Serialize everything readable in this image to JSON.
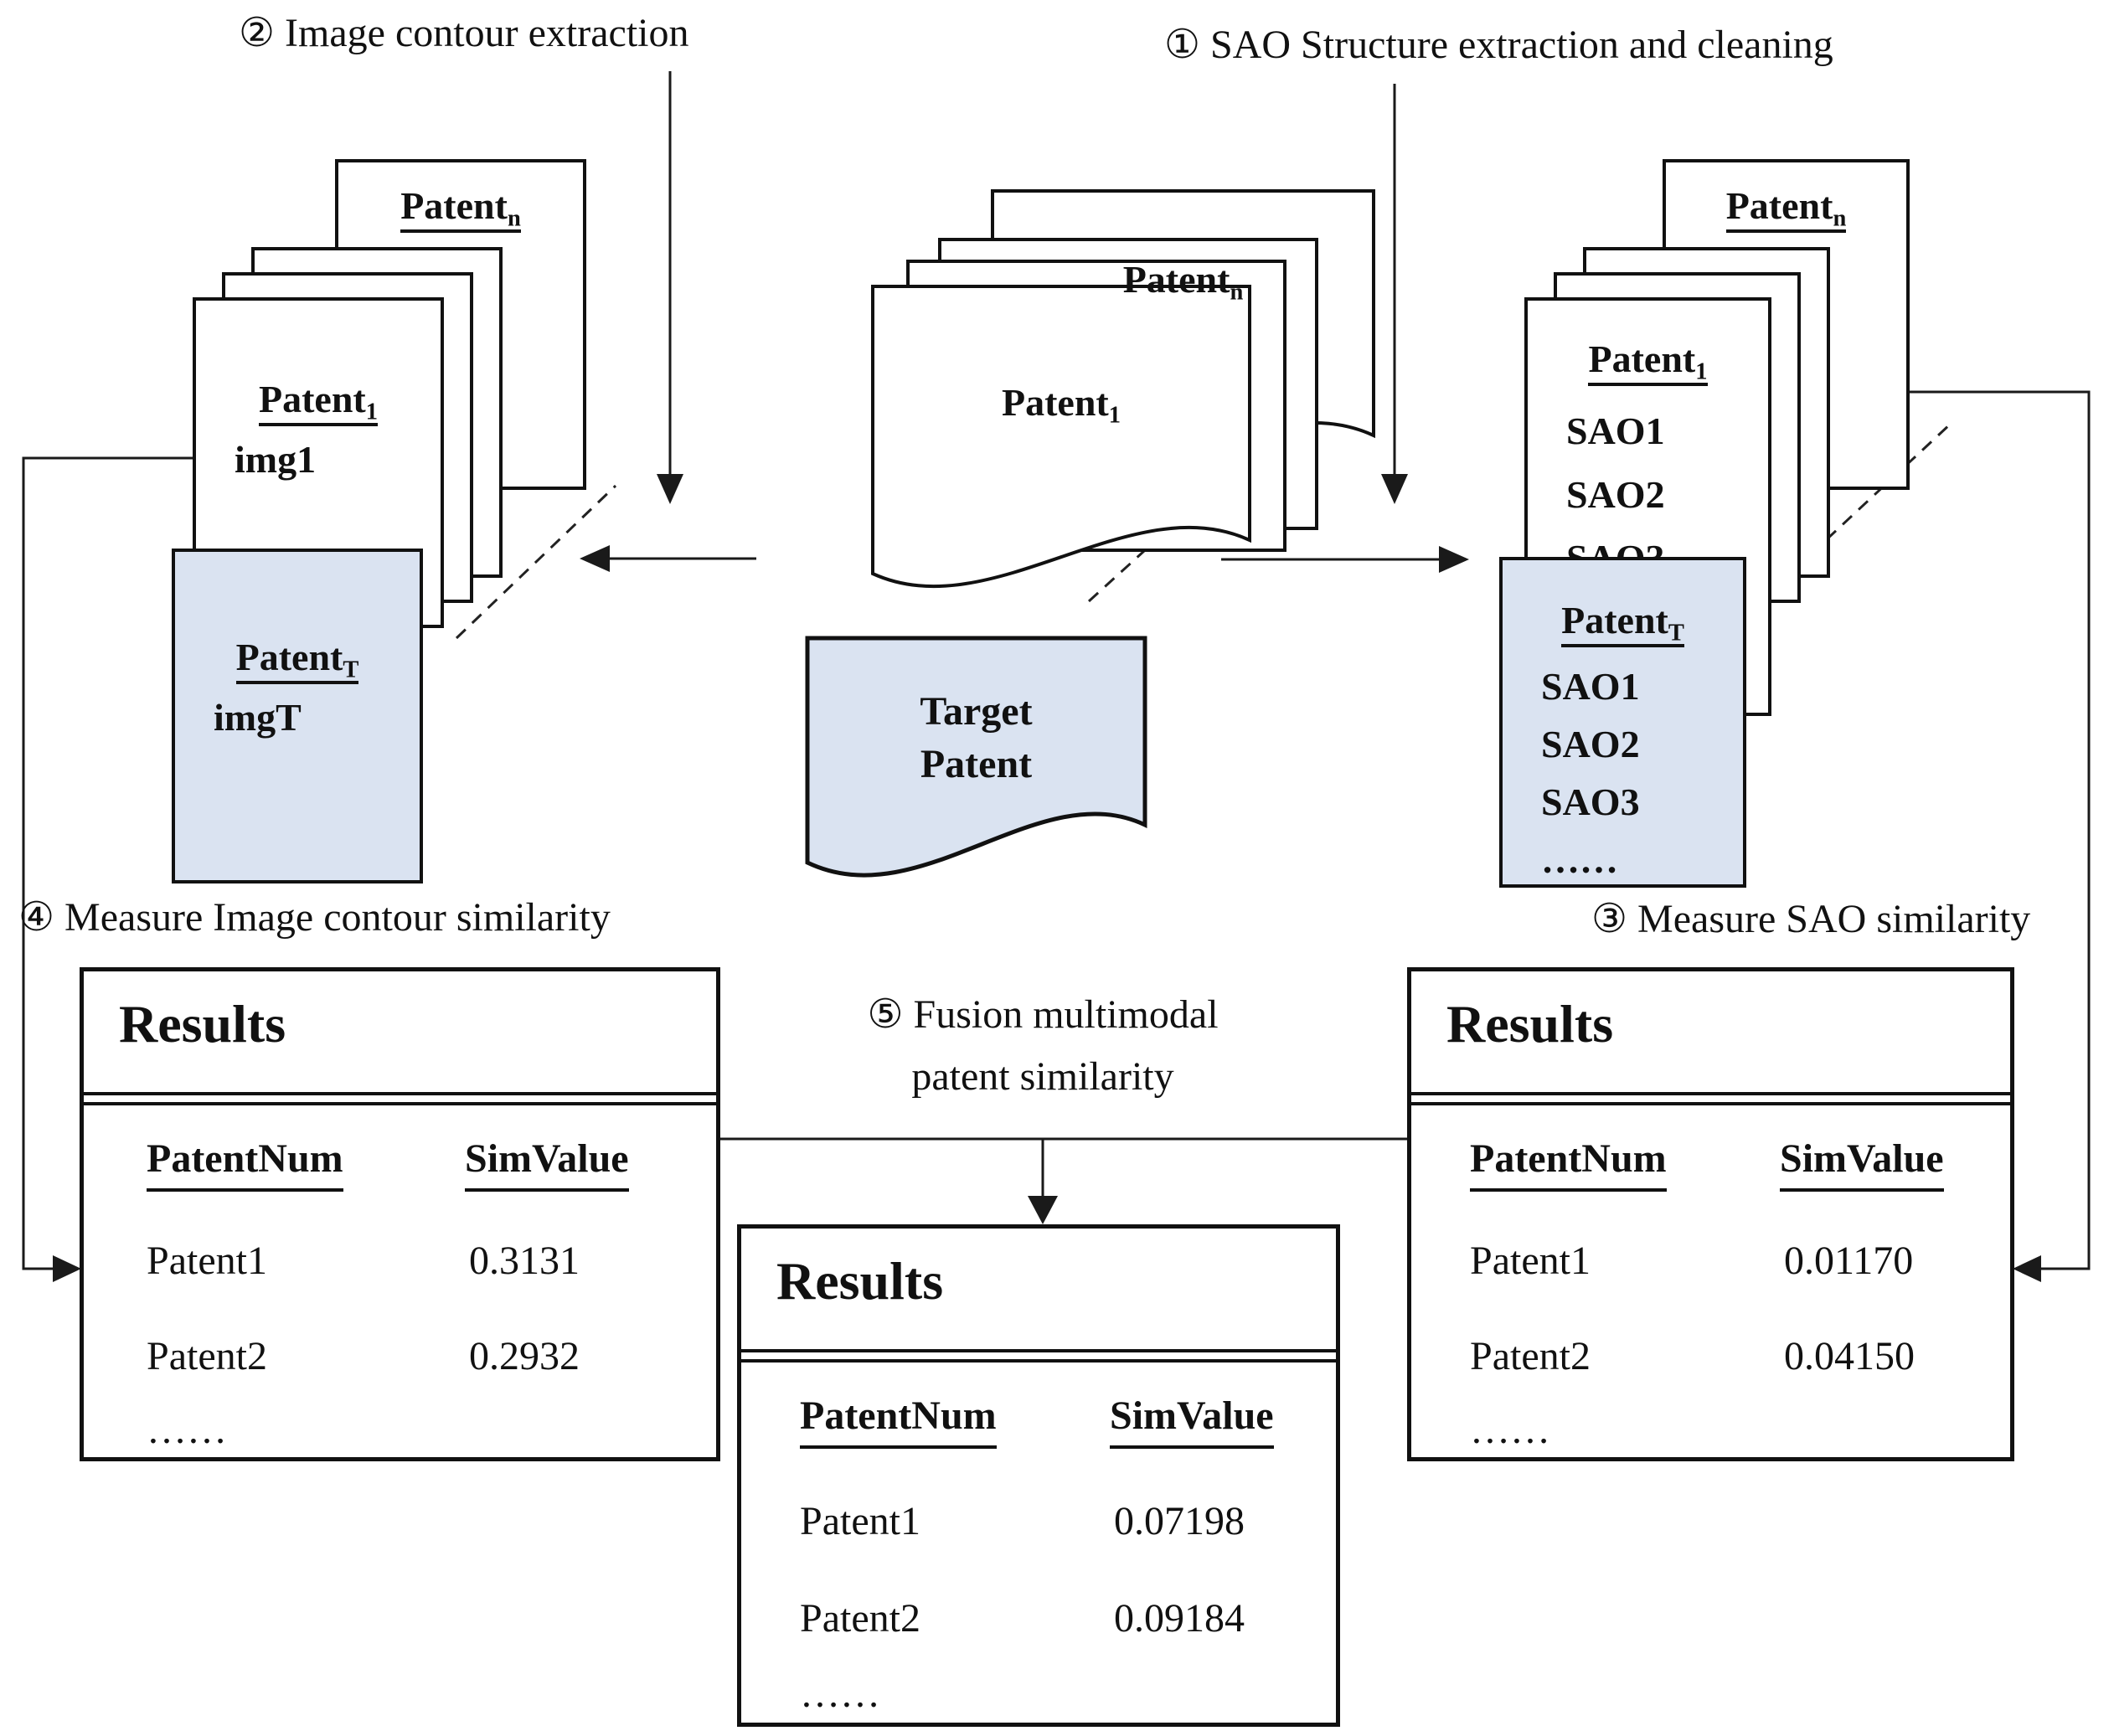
{
  "steps": {
    "s1": "① SAO Structure extraction and cleaning",
    "s2": "② Image contour extraction",
    "s3": "③ Measure SAO similarity",
    "s4": "④ Measure Image contour similarity",
    "s5a": "⑤ Fusion multimodal",
    "s5b": "patent similarity"
  },
  "center_stack": {
    "back": {
      "base": "Patent",
      "sub": "n"
    },
    "front": {
      "base": "Patent",
      "sub": "1"
    },
    "target": {
      "line1": "Target",
      "line2": "Patent"
    }
  },
  "left_stack": {
    "back": {
      "base": "Patent",
      "sub": "n"
    },
    "front": {
      "base": "Patent",
      "sub": "1",
      "detail": "img1"
    },
    "highlight": {
      "base": "Patent",
      "sub": "T",
      "detail": "imgT"
    }
  },
  "right_stack": {
    "back": {
      "base": "Patent",
      "sub": "n"
    },
    "front": {
      "base": "Patent",
      "sub": "1",
      "items": [
        "SAO1",
        "SAO2",
        "SAO3"
      ]
    },
    "highlight": {
      "base": "Patent",
      "sub": "T",
      "items": [
        "SAO1",
        "SAO2",
        "SAO3",
        "……"
      ]
    }
  },
  "tables": {
    "image": {
      "title": "Results",
      "col1": "PatentNum",
      "col2": "SimValue",
      "rows": [
        {
          "num": "Patent1",
          "val": "0.3131"
        },
        {
          "num": "Patent2",
          "val": "0.2932"
        }
      ],
      "more": "……"
    },
    "sao": {
      "title": "Results",
      "col1": "PatentNum",
      "col2": "SimValue",
      "rows": [
        {
          "num": "Patent1",
          "val": "0.01170"
        },
        {
          "num": "Patent2",
          "val": "0.04150"
        }
      ],
      "more": "……"
    },
    "fusion": {
      "title": "Results",
      "col1": "PatentNum",
      "col2": "SimValue",
      "rows": [
        {
          "num": "Patent1",
          "val": "0.07198"
        },
        {
          "num": "Patent2",
          "val": "0.09184"
        }
      ],
      "more": "……"
    }
  },
  "colors": {
    "highlight_fill": "#dae3f1",
    "line": "#1a1a1a"
  }
}
